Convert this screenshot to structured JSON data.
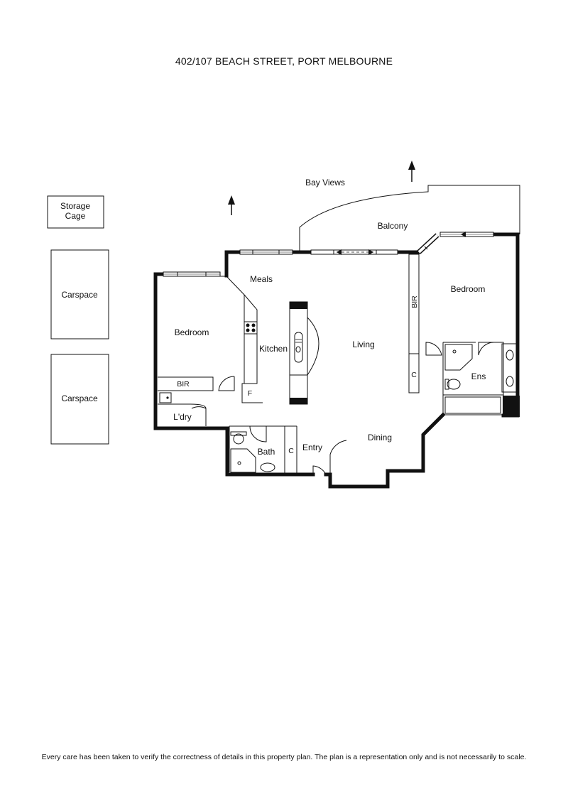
{
  "title": "402/107 BEACH STREET, PORT MELBOURNE",
  "disclaimer": "Every care has been taken to verify the correctness of details in this property plan. The plan is a representation only and is not necessarily to scale.",
  "labels": {
    "storage_line1": "Storage",
    "storage_line2": "Cage",
    "carspace_1": "Carspace",
    "carspace_2": "Carspace",
    "bay_views": "Bay Views",
    "balcony": "Balcony",
    "meals": "Meals",
    "bedroom_left": "Bedroom",
    "bedroom_right": "Bedroom",
    "kitchen": "Kitchen",
    "living": "Living",
    "bir_left": "BIR",
    "bir_right": "BIR",
    "laundry": "L'dry",
    "fridge": "F",
    "bath": "Bath",
    "cupboard_bath": "C",
    "cupboard_right": "C",
    "entry": "Entry",
    "dining": "Dining",
    "ensuite": "Ens"
  }
}
